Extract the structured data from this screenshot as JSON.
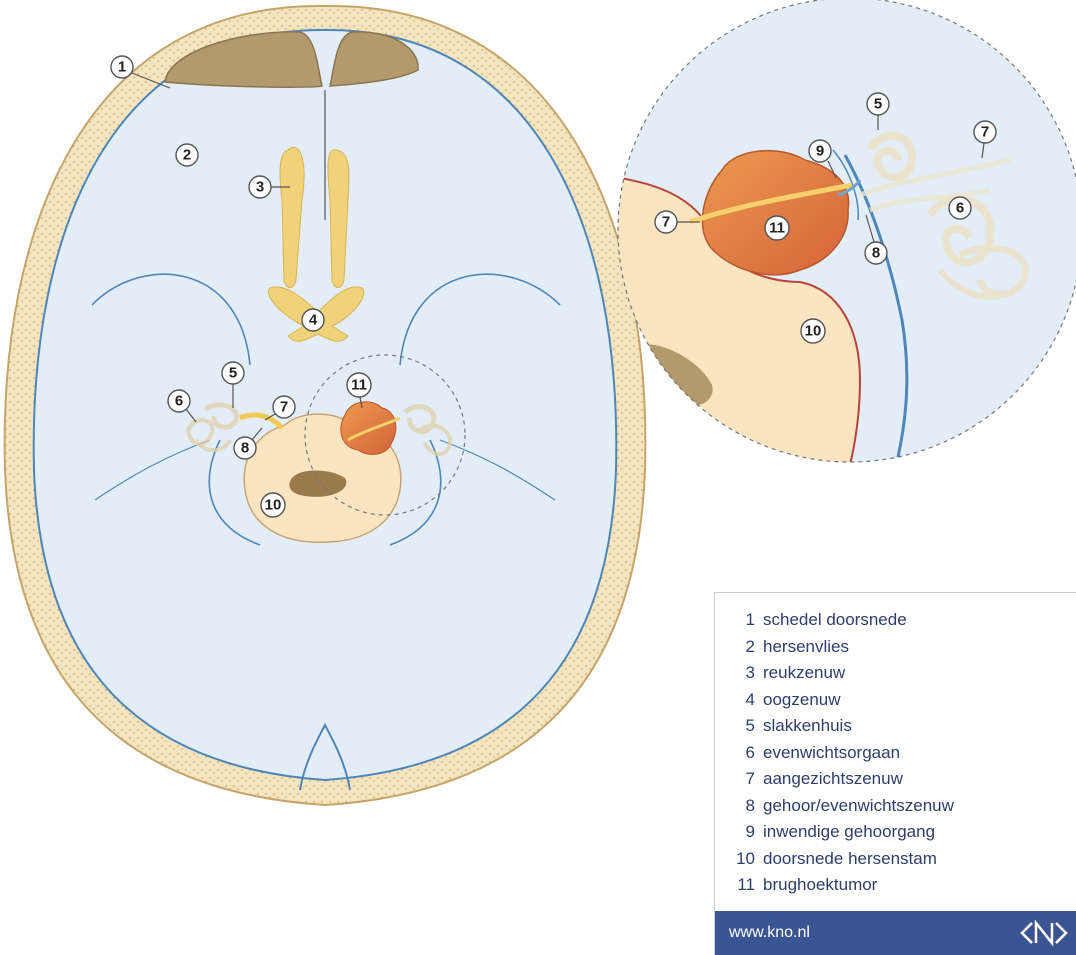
{
  "colors": {
    "bone": "#f4e4c0",
    "bone_edge": "#c5a46a",
    "brain": "#e2edf8",
    "meninges": "#4f86b8",
    "nerve": "#f1d27a",
    "brainstem": "#fbe4c0",
    "tumor": "#e0773c",
    "sinus": "#b39a6e",
    "brand": "#3a5592"
  },
  "callouts": {
    "main": {
      "n1": "1",
      "n2": "2",
      "n3": "3",
      "n4": "4",
      "n5": "5",
      "n6": "6",
      "n7": "7",
      "n8": "8",
      "n10": "10",
      "n11": "11"
    },
    "zoom": {
      "n5": "5",
      "n6": "6",
      "n7a": "7",
      "n7b": "7",
      "n8": "8",
      "n9": "9",
      "n10": "10",
      "n11": "11"
    }
  },
  "legend": {
    "items": [
      {
        "num": "1",
        "label": "schedel doorsnede"
      },
      {
        "num": "2",
        "label": "hersenvlies"
      },
      {
        "num": "3",
        "label": "reukzenuw"
      },
      {
        "num": "4",
        "label": "oogzenuw"
      },
      {
        "num": "5",
        "label": "slakkenhuis"
      },
      {
        "num": "6",
        "label": "evenwichtsorgaan"
      },
      {
        "num": "7",
        "label": "aangezichtszenuw"
      },
      {
        "num": "8",
        "label": "gehoor/evenwichtszenuw"
      },
      {
        "num": "9",
        "label": "inwendige gehoorgang"
      },
      {
        "num": "10",
        "label": "doorsnede hersenstam"
      },
      {
        "num": "11",
        "label": "brughoektumor"
      }
    ],
    "url": "www.kno.nl",
    "logo_icon": "kno-logo-icon"
  }
}
